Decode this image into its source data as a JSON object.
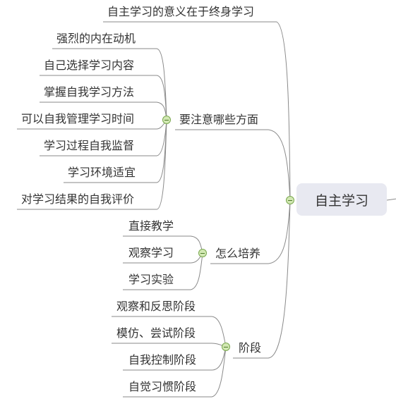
{
  "root": {
    "label": "自主学习"
  },
  "branches": [
    {
      "label": "自主学习的意义在于终身学习",
      "children": []
    },
    {
      "label": "要注意哪些方面",
      "children": [
        "强烈的内在动机",
        "自己选择学习内容",
        "掌握自我学习方法",
        "可以自我管理学习时间",
        "学习过程自我监督",
        "学习环境适宜",
        "对学习结果的自我评价"
      ]
    },
    {
      "label": "怎么培养",
      "children": [
        "直接教学",
        "观察学习",
        "学习实验"
      ]
    },
    {
      "label": "阶段",
      "children": [
        "观察和反思阶段",
        "模仿、尝试阶段",
        "自我控制阶段",
        "自觉习惯阶段"
      ]
    }
  ]
}
